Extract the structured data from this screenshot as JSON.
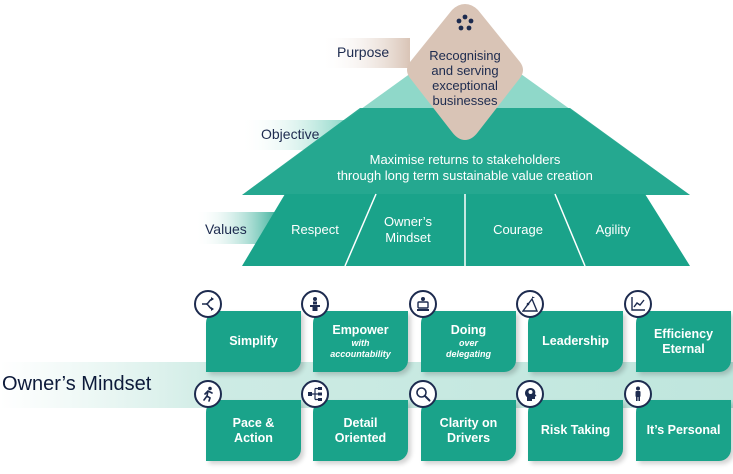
{
  "pyramid": {
    "purpose_label": "Purpose",
    "objective_label": "Objective",
    "values_label": "Values",
    "purpose_lines": [
      "Recognising",
      "and serving",
      "exceptional",
      "businesses"
    ],
    "objective_lines": [
      "Maximise returns to stakeholders",
      "through long term sustainable value creation"
    ],
    "values": [
      {
        "lines": [
          "Respect"
        ]
      },
      {
        "lines": [
          "Owner’s",
          "Mindset"
        ]
      },
      {
        "lines": [
          "Courage"
        ]
      },
      {
        "lines": [
          "Agility"
        ]
      }
    ]
  },
  "owners_mindset": {
    "title": "Owner’s Mindset",
    "top_row": [
      {
        "title": "Simplify",
        "sub": "",
        "icon": "fork-arrow-icon"
      },
      {
        "title": "Empower",
        "sub": "with accountability",
        "icon": "podium-person-icon"
      },
      {
        "title": "Doing",
        "sub": "over delegating",
        "icon": "worker-computer-icon"
      },
      {
        "title": "Leadership",
        "sub": "",
        "icon": "climber-summit-icon"
      },
      {
        "title": "Efficiency Eternal",
        "sub": "",
        "icon": "trend-chart-icon"
      }
    ],
    "bottom_row": [
      {
        "title": "Pace & Action",
        "icon": "runner-icon"
      },
      {
        "title": "Detail Oriented",
        "icon": "flowchart-icon"
      },
      {
        "title": "Clarity on Drivers",
        "icon": "magnifier-icon"
      },
      {
        "title": "Risk Taking",
        "icon": "head-brain-icon"
      },
      {
        "title": "It’s Personal",
        "icon": "person-icon"
      }
    ]
  },
  "colors": {
    "teal_dark": "#1aa38a",
    "teal_light": "#8fd8c9",
    "purpose_beige": "#d9c4b6",
    "navy": "#1d2b4f"
  }
}
